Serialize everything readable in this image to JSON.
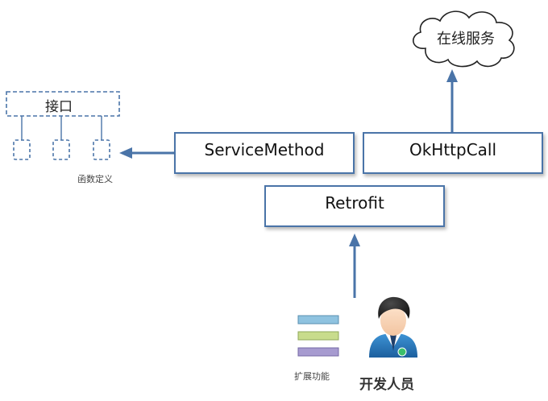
{
  "diagram": {
    "interface_label": "接口",
    "function_definition_label": "函数定义",
    "service_method_label": "ServiceMethod",
    "okhttpcall_label": "OkHttpCall",
    "retrofit_label": "Retrofit",
    "online_service_label": "在线服务",
    "extension_label": "扩展功能",
    "developer_label": "开发人员",
    "colors": {
      "box_border": "#4a74a8",
      "arrow": "#4a74a8",
      "dashed": "#4a74a8",
      "stack_top": "#8fc3e0",
      "stack_middle": "#c8dc8c",
      "stack_bottom": "#a79bd0"
    },
    "icons": [
      "cloud-icon",
      "developer-avatar-icon",
      "extension-stack-icon"
    ]
  }
}
